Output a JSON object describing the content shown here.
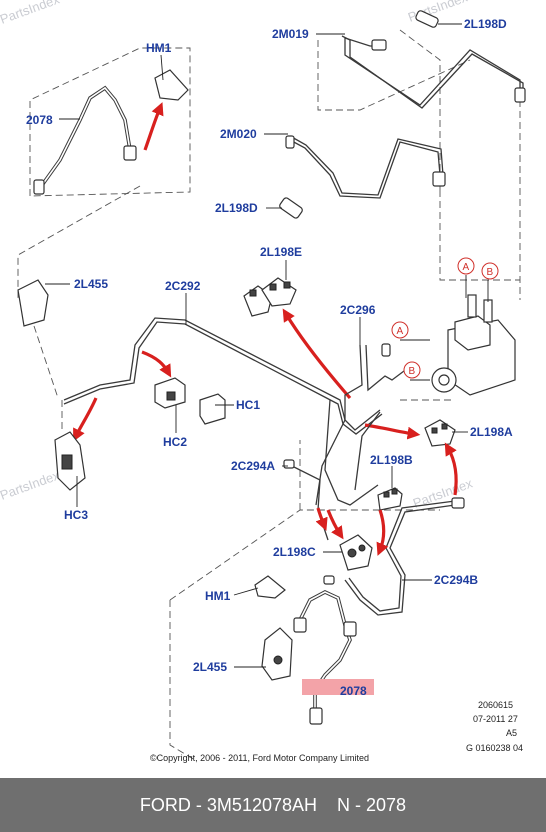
{
  "watermark": "PartsIndex",
  "labels": {
    "m019": "2M019",
    "l198d_top": "2L198D",
    "hm1_top": "HM1",
    "hose_top": "2078",
    "m020": "2M020",
    "l198d_mid": "2L198D",
    "l198e": "2L198E",
    "l455_top": "2L455",
    "c292": "2C292",
    "c296": "2C296",
    "hc1": "HC1",
    "hc2": "HC2",
    "hc3": "HC3",
    "l198a": "2L198A",
    "c294a": "2C294A",
    "l198b": "2L198B",
    "l198c": "2L198C",
    "c294b": "2C294B",
    "hm1_bottom": "HM1",
    "l455_bottom": "2L455",
    "hose_bottom": "2078"
  },
  "callouts": {
    "a": "A",
    "b": "B"
  },
  "info": {
    "line1": "2060615",
    "line2": "07-2011 27",
    "line3": "A5",
    "line4": "G 0160238 04"
  },
  "copyright": "©Copyright, 2006 - 2011, Ford Motor Company Limited",
  "footer": {
    "brand": "FORD",
    "part_number": "3M512078AH",
    "ref": "N - 2078"
  },
  "colors": {
    "label_blue": "#1f3d9e",
    "arrow_red": "#d8201e",
    "highlight_pink": "#f3a3a8",
    "footer_bg": "#6f6f6f"
  }
}
